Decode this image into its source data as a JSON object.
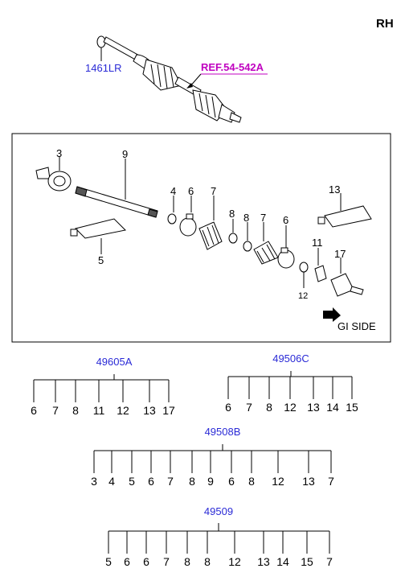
{
  "side_label": "RH",
  "top_refs": {
    "clip": "1461LR",
    "ref": "REF.54-542A"
  },
  "callouts": {
    "c3": "3",
    "c9": "9",
    "c4": "4",
    "c6a": "6",
    "c7a": "7",
    "c8a": "8",
    "c8b": "8",
    "c7b": "7",
    "c6b": "6",
    "c13": "13",
    "c5": "5",
    "c11": "11",
    "c17": "17",
    "c12": "12"
  },
  "gi_side": "GI SIDE",
  "kits": [
    {
      "code": "49605A",
      "items": [
        "6",
        "7",
        "8",
        "11",
        "12",
        "13",
        "17"
      ]
    },
    {
      "code": "49506C",
      "items": [
        "6",
        "7",
        "8",
        "12",
        "13",
        "14",
        "15"
      ]
    },
    {
      "code": "49508B",
      "items": [
        "3",
        "4",
        "5",
        "6",
        "7",
        "8",
        "9",
        "6",
        "8",
        "12",
        "13",
        "7"
      ]
    },
    {
      "code": "49509",
      "items": [
        "5",
        "6",
        "6",
        "7",
        "8",
        "8",
        "12",
        "13",
        "14",
        "15",
        "7"
      ]
    }
  ]
}
